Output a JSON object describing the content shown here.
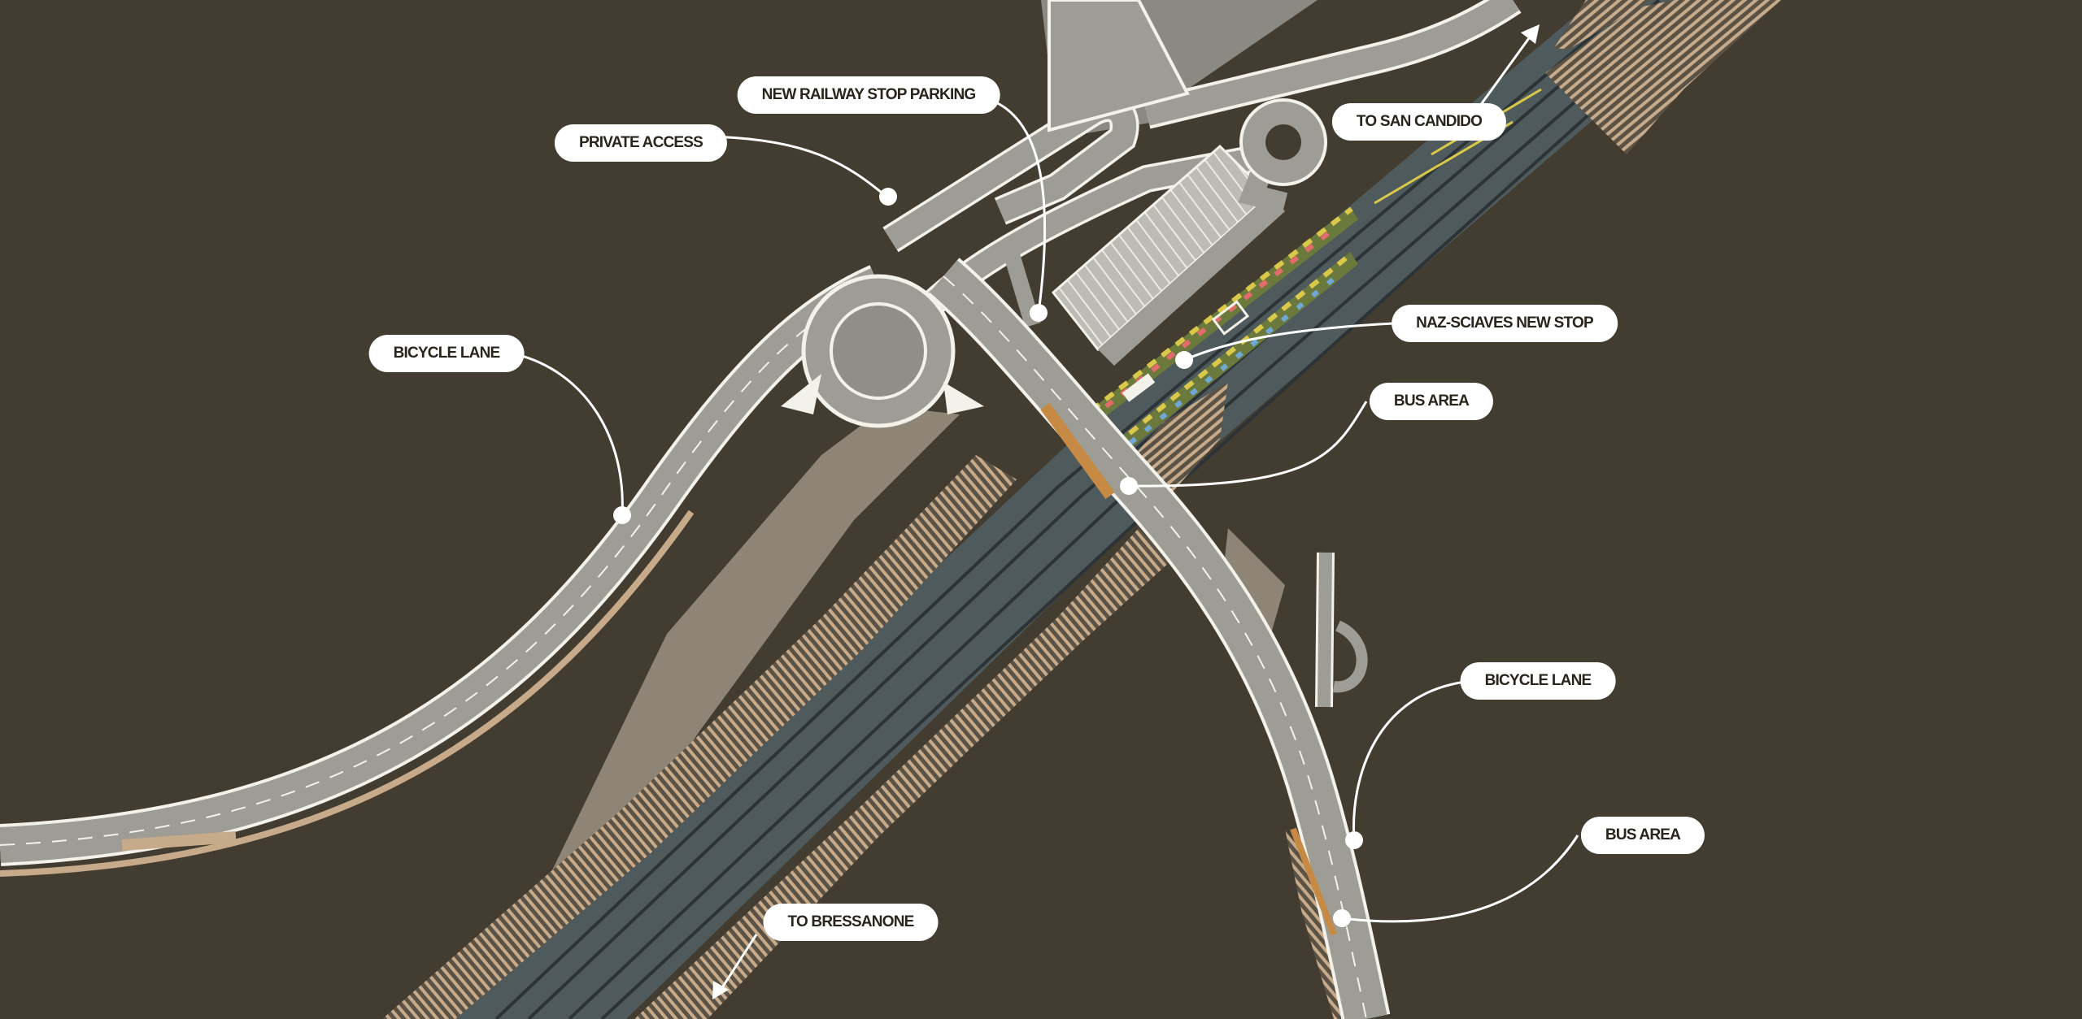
{
  "colors": {
    "background": "#433c30",
    "road": "#9d9d95",
    "road_edge": "#f2f1ea",
    "rail_bed": "#4f5a5c",
    "rail_line": "#2c3438",
    "embankment": "#c7aa8a",
    "slope": "#8f8576",
    "platform": "#c68a45",
    "parking": "#bdbcb4",
    "label_bg": "#ffffff",
    "label_text": "#2a251c",
    "callout": "#ffffff"
  },
  "labels": [
    {
      "id": "new-railway-stop-parking",
      "text": "NEW RAILWAY STOP PARKING"
    },
    {
      "id": "private-access",
      "text": "PRIVATE ACCESS"
    },
    {
      "id": "to-san-candido",
      "text": "TO SAN CANDIDO"
    },
    {
      "id": "bicycle-lane-west",
      "text": "BICYCLE LANE"
    },
    {
      "id": "naz-sciaves-new-stop",
      "text": "NAZ-SCIAVES NEW STOP"
    },
    {
      "id": "bus-area-north",
      "text": "BUS AREA"
    },
    {
      "id": "bicycle-lane-east",
      "text": "BICYCLE LANE"
    },
    {
      "id": "bus-area-south",
      "text": "BUS AREA"
    },
    {
      "id": "to-bressanone",
      "text": "TO BRESSANONE"
    }
  ],
  "icons": [
    "direction-arrow-icon",
    "callout-dot-icon"
  ]
}
